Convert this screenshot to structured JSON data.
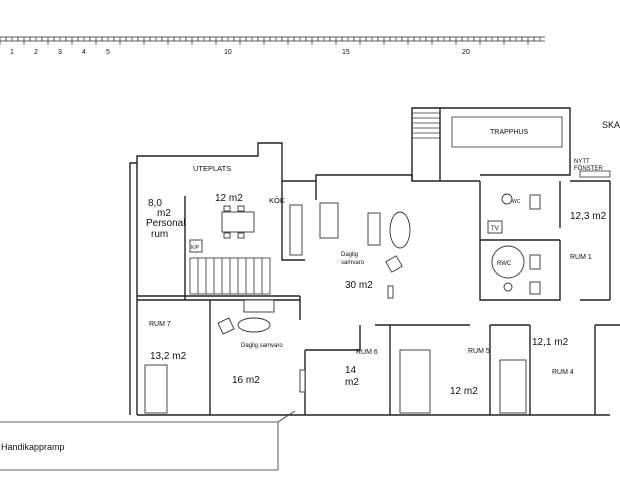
{
  "scale": {
    "ticks": [
      "1",
      "2",
      "3",
      "4",
      "5",
      "10",
      "15",
      "20"
    ]
  },
  "labels": {
    "uteplats": "UTEPLATS",
    "area_12": "12 m2",
    "kok": "KÖK",
    "area_8_line1": "8,0",
    "area_8_line2": "m2",
    "personal_line1": "Personal",
    "personal_line2": "rum",
    "kp": "K/P",
    "daglig_line1": "Daglig",
    "daglig_line2": "samvaro",
    "area_30": "30 m2",
    "trapphus": "TRAPPHUS",
    "ska": "SKA",
    "nytt_line1": "NYTT",
    "nytt_line2": "FÖNSTER",
    "wc": "WC",
    "tv": "TV",
    "rwc": "RWC",
    "area_12_3": "12,3 m2",
    "rum1": "RUM 1",
    "rum7": "RUM 7",
    "area_13_2": "13,2 m2",
    "daglig2": "Daglig samvaro",
    "area_16": "16 m2",
    "rum6": "RUM 6",
    "area_14_line1": "14",
    "area_14_line2": "m2",
    "rum5": "RUM 5",
    "area_12b": "12 m2",
    "area_12_1": "12,1 m2",
    "rum4": "RUM 4",
    "handikappramp": "Handikappramp"
  }
}
